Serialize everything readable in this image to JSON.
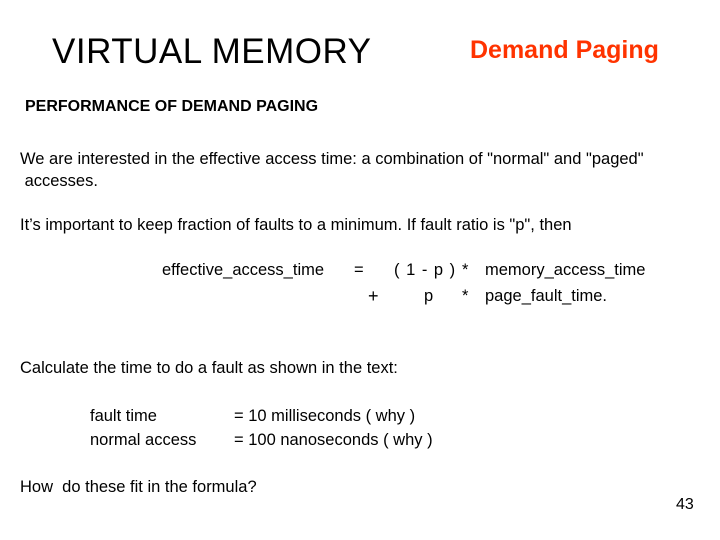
{
  "slide": {
    "title": "VIRTUAL MEMORY",
    "subtitle": "Demand Paging",
    "section_heading": "PERFORMANCE OF DEMAND PAGING",
    "paragraph1_line1": "We are interested in the effective access time: a combination of \"normal\" and \"paged\"",
    "paragraph1_line2": " accesses.",
    "paragraph2": "It’s important to keep fraction of faults to a minimum. If fault ratio is \"p\", then",
    "formula": {
      "label": "effective_access_time",
      "equals": "=",
      "term1": "( 1 - p )",
      "times1": "*",
      "factor1": "memory_access_time",
      "plus": "+",
      "term2": "p",
      "times2": "*",
      "factor2": "page_fault_time."
    },
    "paragraph3": "Calculate the time to do a fault as shown in the text:",
    "definitions": [
      {
        "label": "fault time",
        "value": "= 10 milliseconds ( why )"
      },
      {
        "label": "normal access",
        "value": "= 100 nanoseconds ( why )"
      }
    ],
    "question": "How  do these fit in the formula?",
    "page_number": "43"
  },
  "colors": {
    "subtitle": "#ff3300",
    "text": "#000000",
    "background": "#ffffff"
  }
}
